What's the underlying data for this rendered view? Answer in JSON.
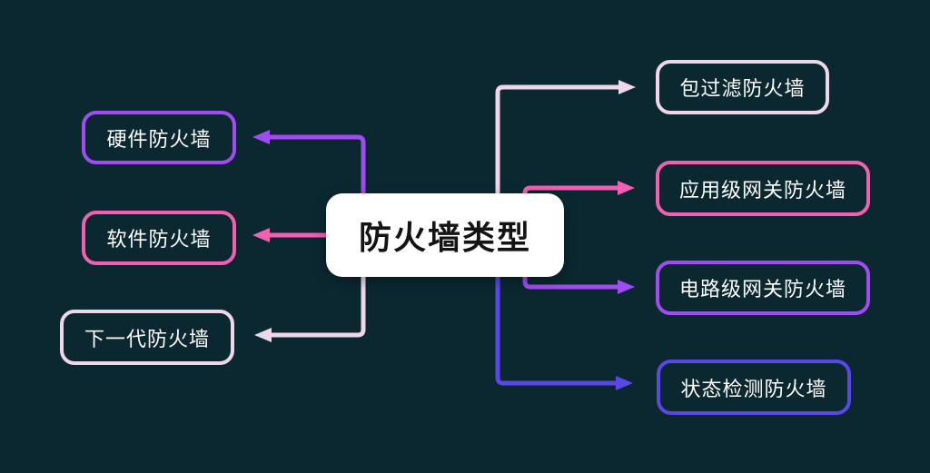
{
  "canvas": {
    "background": "#0b2831"
  },
  "colors": {
    "purple": "#a14bf2",
    "pink": "#f160b1",
    "light_pink": "#eed7e8",
    "indigo": "#5b46e8",
    "center_bg": "#ffffff",
    "center_text": "#141414",
    "branch_text": "#ffffff"
  },
  "mindmap": {
    "root": {
      "label": "防火墙类型"
    },
    "left_branches": [
      {
        "label": "硬件防火墙",
        "color": "#a14bf2"
      },
      {
        "label": "软件防火墙",
        "color": "#f160b1"
      },
      {
        "label": "下一代防火墙",
        "color": "#eed7e8"
      }
    ],
    "right_branches": [
      {
        "label": "包过滤防火墙",
        "color": "#eed7e8"
      },
      {
        "label": "应用级网关防火墙",
        "color": "#f160b1"
      },
      {
        "label": "电路级网关防火墙",
        "color": "#a14bf2"
      },
      {
        "label": "状态检测防火墙",
        "color": "#5b46e8"
      }
    ]
  }
}
